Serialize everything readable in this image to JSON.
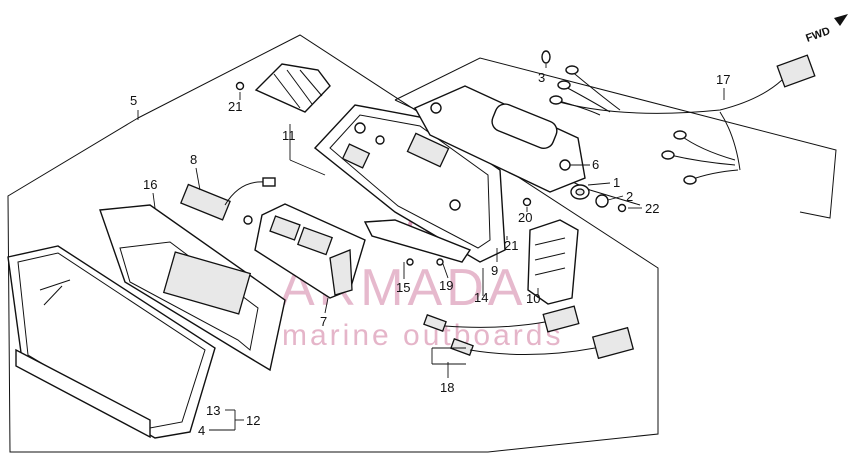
{
  "direction_label": "FWD",
  "watermark": {
    "main": "ARMADA",
    "sub": "marine outboards",
    "color": "#e0a8c0",
    "logo_color": "#d27aa3"
  },
  "callouts": {
    "c1": "1",
    "c2": "2",
    "c3": "3",
    "c4": "4",
    "c5": "5",
    "c6": "6",
    "c7": "7",
    "c8": "8",
    "c9": "9",
    "c10": "10",
    "c11": "11",
    "c12": "12",
    "c13": "13",
    "c14": "14",
    "c15": "15",
    "c16": "16",
    "c17": "17",
    "c18": "18",
    "c19": "19",
    "c20": "20",
    "c21a": "21",
    "c21b": "21",
    "c22": "22"
  }
}
